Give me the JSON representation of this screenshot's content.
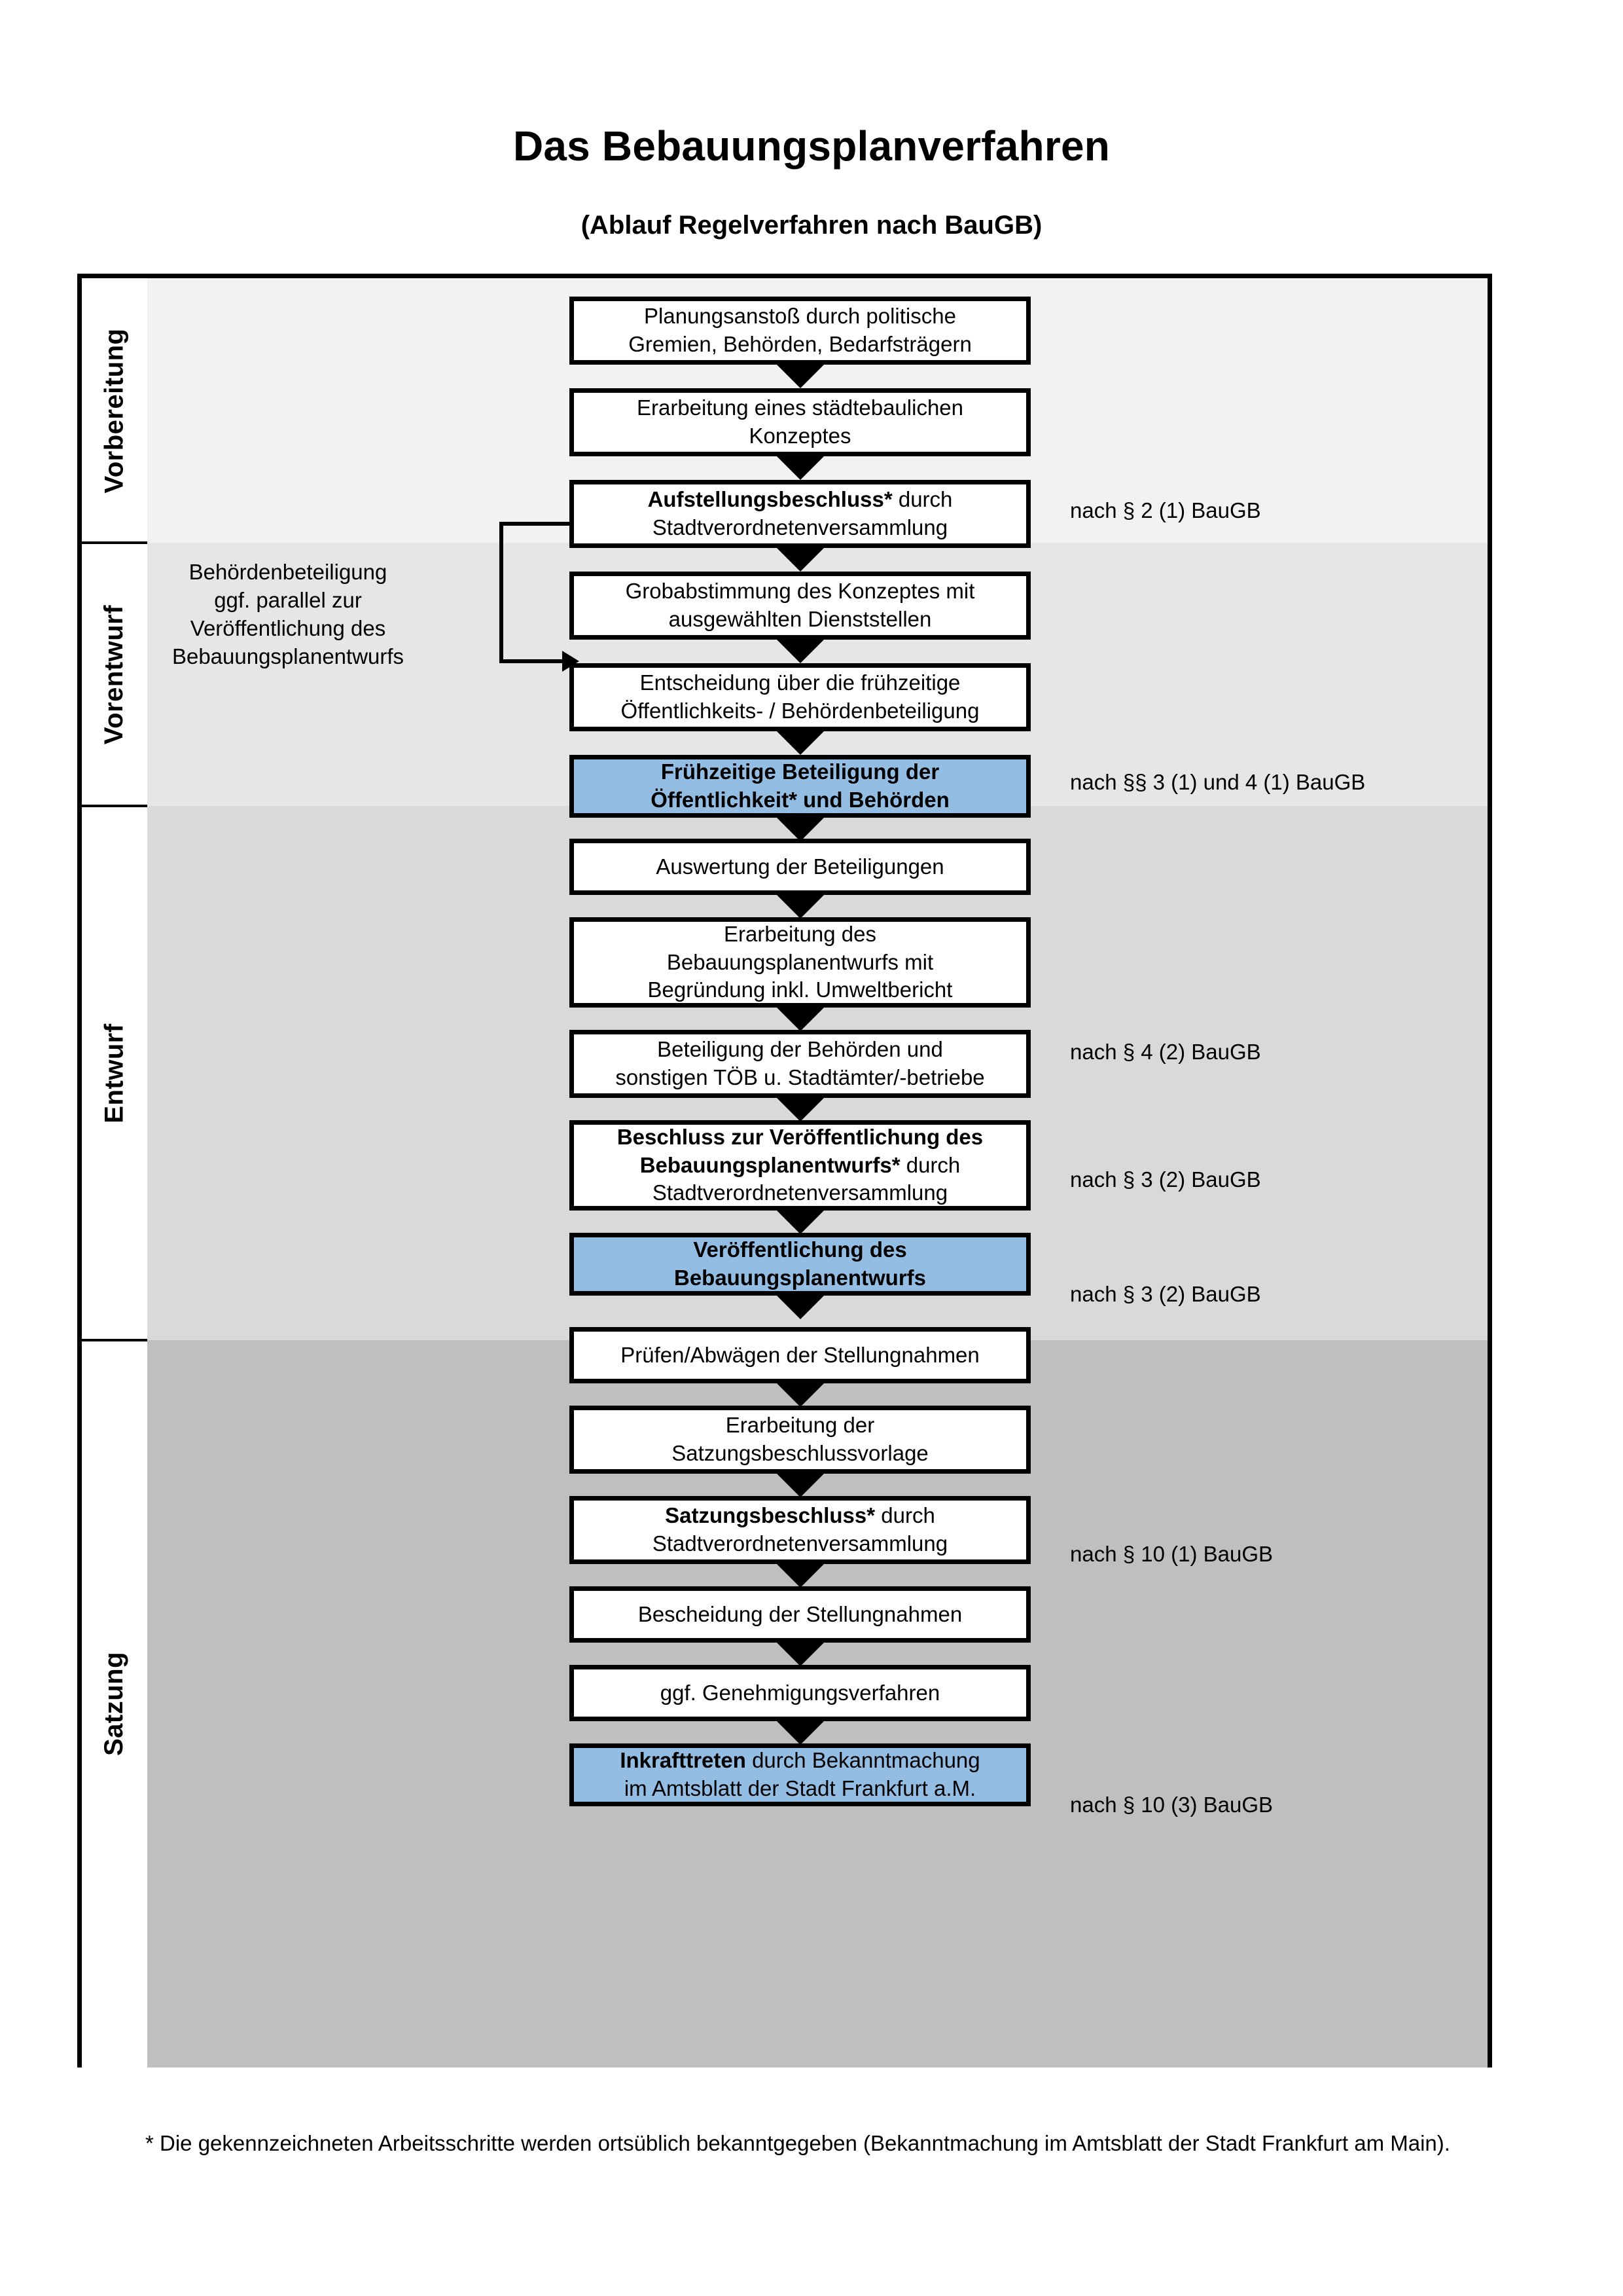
{
  "header": {
    "title": "Das Bebauungsplanverfahren",
    "subtitle": "(Ablauf Regelverfahren nach BauGB)"
  },
  "colors": {
    "highlight_box": "#94bde4",
    "band_vorbereitung": "#f2f2f2",
    "band_vorentwurf": "#e6e6e6",
    "band_entwurf": "#d9d9d9",
    "band_satzung": "#bfbfbf",
    "outline": "#000000"
  },
  "phases": [
    {
      "label": "Vorbereitung"
    },
    {
      "label": "Vorentwurf"
    },
    {
      "label": "Entwurf"
    },
    {
      "label": "Satzung"
    }
  ],
  "steps": [
    {
      "id": "planungsanstoss",
      "phase": "Vorbereitung",
      "highlighted": false,
      "lines": [
        "Planungsanstoß durch politische",
        "Gremien, Behörden, Bedarfsträgern"
      ],
      "bold_prefix": ""
    },
    {
      "id": "staedtebauliches-konzept",
      "phase": "Vorbereitung",
      "highlighted": false,
      "lines": [
        "Erarbeitung eines städtebaulichen",
        "Konzeptes"
      ],
      "bold_prefix": ""
    },
    {
      "id": "aufstellungsbeschluss",
      "phase": "Vorbereitung",
      "highlighted": false,
      "lines": [
        "Aufstellungsbeschluss* durch",
        "Stadtverordnetenversammlung"
      ],
      "bold_prefix": "Aufstellungsbeschluss*"
    },
    {
      "id": "grobabstimmung",
      "phase": "Vorentwurf",
      "highlighted": false,
      "lines": [
        "Grobabstimmung des Konzeptes mit",
        "ausgewählten Dienststellen"
      ],
      "bold_prefix": ""
    },
    {
      "id": "entscheidung-fruehzeitige",
      "phase": "Vorentwurf",
      "highlighted": false,
      "lines": [
        "Entscheidung über die frühzeitige",
        "Öffentlichkeits- / Behördenbeteiligung"
      ],
      "bold_prefix": ""
    },
    {
      "id": "fruehzeitige-beteiligung",
      "phase": "Vorentwurf",
      "highlighted": true,
      "lines": [
        "Frühzeitige Beteiligung der",
        "Öffentlichkeit* und Behörden"
      ],
      "bold_prefix": "ALL"
    },
    {
      "id": "auswertung-beteiligungen",
      "phase": "Entwurf",
      "highlighted": false,
      "lines": [
        "Auswertung der Beteiligungen"
      ],
      "bold_prefix": ""
    },
    {
      "id": "erarbeitung-bplan-entwurf",
      "phase": "Entwurf",
      "highlighted": false,
      "lines": [
        "Erarbeitung des",
        "Bebauungsplanentwurfs mit",
        "Begründung inkl. Umweltbericht"
      ],
      "bold_prefix": ""
    },
    {
      "id": "beteiligung-behoerden-toeb",
      "phase": "Entwurf",
      "highlighted": false,
      "lines": [
        "Beteiligung der Behörden und",
        "sonstigen TÖB u. Stadtämter/-betriebe"
      ],
      "bold_prefix": ""
    },
    {
      "id": "beschluss-veroeffentlichung",
      "phase": "Entwurf",
      "highlighted": false,
      "lines": [
        "Beschluss zur Veröffentlichung des",
        "Bebauungsplanentwurfs* durch",
        "Stadtverordnetenversammlung"
      ],
      "bold_prefix": "Beschluss zur Veröffentlichung des Bebauungsplanentwurfs*"
    },
    {
      "id": "veroeffentlichung-bplan",
      "phase": "Entwurf",
      "highlighted": true,
      "lines": [
        "Veröffentlichung des",
        "Bebauungsplanentwurfs"
      ],
      "bold_prefix": "ALL"
    },
    {
      "id": "pruefen-abwaegen",
      "phase": "Satzung",
      "highlighted": false,
      "lines": [
        "Prüfen/Abwägen der Stellungnahmen"
      ],
      "bold_prefix": ""
    },
    {
      "id": "erarbeitung-satzungsvorlage",
      "phase": "Satzung",
      "highlighted": false,
      "lines": [
        "Erarbeitung der",
        "Satzungsbeschlussvorlage"
      ],
      "bold_prefix": ""
    },
    {
      "id": "satzungsbeschluss",
      "phase": "Satzung",
      "highlighted": false,
      "lines": [
        "Satzungsbeschluss* durch",
        "Stadtverordnetenversammlung"
      ],
      "bold_prefix": "Satzungsbeschluss*"
    },
    {
      "id": "bescheidung-stellungnahmen",
      "phase": "Satzung",
      "highlighted": false,
      "lines": [
        "Bescheidung der Stellungnahmen"
      ],
      "bold_prefix": ""
    },
    {
      "id": "genehmigungsverfahren",
      "phase": "Satzung",
      "highlighted": false,
      "lines": [
        "ggf. Genehmigungsverfahren"
      ],
      "bold_prefix": ""
    },
    {
      "id": "inkrafttreten",
      "phase": "Satzung",
      "highlighted": true,
      "lines": [
        "Inkrafttreten durch Bekanntmachung",
        "im Amtsblatt der Stadt Frankfurt a.M."
      ],
      "bold_prefix": "Inkrafttreten"
    }
  ],
  "references": [
    {
      "id": "ref-par2-1",
      "text": "nach § 2 (1) BauGB",
      "for_step": "aufstellungsbeschluss"
    },
    {
      "id": "ref-par3-4",
      "text": "nach §§ 3 (1) und 4 (1) BauGB",
      "for_step": "fruehzeitige-beteiligung"
    },
    {
      "id": "ref-par4-2",
      "text": "nach § 4 (2) BauGB",
      "for_step": "beteiligung-behoerden-toeb"
    },
    {
      "id": "ref-par3-2a",
      "text": "nach § 3 (2) BauGB",
      "for_step": "beschluss-veroeffentlichung"
    },
    {
      "id": "ref-par3-2b",
      "text": "nach § 3 (2) BauGB",
      "for_step": "veroeffentlichung-bplan"
    },
    {
      "id": "ref-par10-1",
      "text": "nach § 10 (1) BauGB",
      "for_step": "satzungsbeschluss"
    },
    {
      "id": "ref-par10-3",
      "text": "nach § 10 (3) BauGB",
      "for_step": "inkrafttreten"
    }
  ],
  "side_note": {
    "lines": [
      "Behördenbeteiligung",
      "ggf. parallel zur",
      "Veröffentlichung des",
      "Bebauungsplanentwurfs"
    ]
  },
  "footnote": {
    "text": "* Die gekennzeichneten Arbeitsschritte werden ortsüblich bekanntgegeben (Bekanntmachung im Amtsblatt  der Stadt Frankfurt am Main)."
  }
}
